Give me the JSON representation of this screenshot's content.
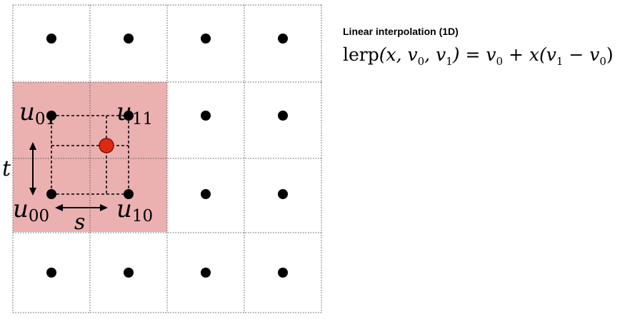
{
  "colors": {
    "highlight": "#ebb0b0",
    "sample_point": "#e02a10",
    "grid_line": "#555555",
    "dot": "#000000"
  },
  "grid": {
    "rows": 4,
    "cols": 4
  },
  "labels": {
    "u01": "u",
    "u01_sub": "01",
    "u11": "u",
    "u11_sub": "11",
    "u00": "u",
    "u00_sub": "00",
    "u10": "u",
    "u10_sub": "10",
    "t": "t",
    "s": "s"
  },
  "heading": "Linear interpolation (1D)",
  "formula": {
    "fn": "lerp",
    "args": "(x, v",
    "sub0": "0",
    "mid": ", v",
    "sub1": "1",
    "eq": ") = v",
    "sub2": "0",
    "rhs1": " + x(v",
    "sub3": "1",
    "rhs2": " − v",
    "sub4": "0",
    "close": ")"
  }
}
